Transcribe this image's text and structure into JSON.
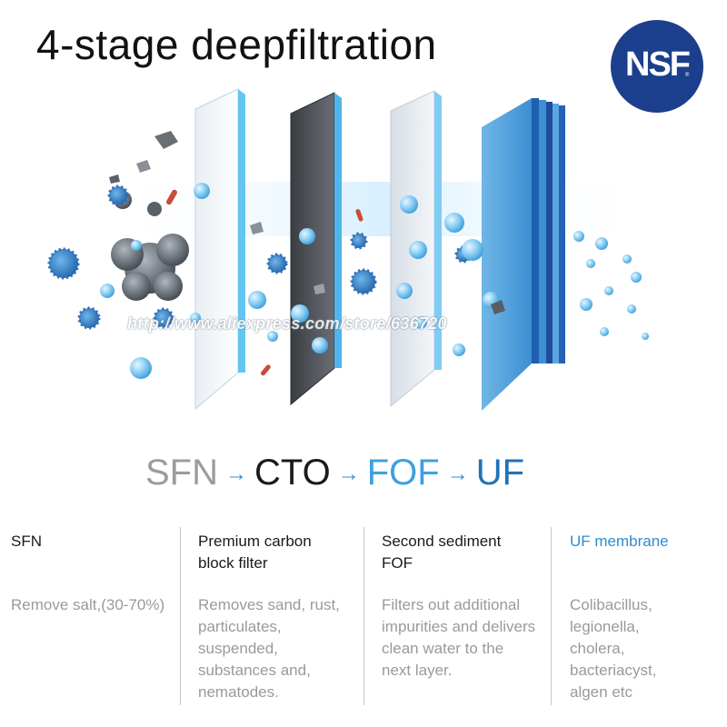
{
  "title": "4-stage deepfiltration",
  "badge": {
    "text": "NSF",
    "reg": "®"
  },
  "watermark": "http://www.aliexpress.com/store/636720",
  "stages": {
    "s1": "SFN",
    "s2": "CTO",
    "s3": "FOF",
    "s4": "UF",
    "arrow": "→"
  },
  "columns": [
    {
      "title": "SFN",
      "description": "Remove salt,(30-70%)"
    },
    {
      "title": "Premium carbon block filter",
      "description": "Removes sand, rust, particulates, suspended, substances and, nematodes."
    },
    {
      "title": "Second sediment FOF",
      "description": "Filters out additional impurities and delivers clean water to the next layer."
    },
    {
      "title": "UF membrane",
      "description": "Colibacillus, legionella, cholera, bacteriacyst, algen etc"
    }
  ],
  "colors": {
    "badge": "#1c3f8d",
    "sfn": "#9c9c9c",
    "cto": "#1a1a1a",
    "fof": "#3fa0de",
    "uf": "#1f72b6",
    "accent": "#2e8ccf"
  }
}
